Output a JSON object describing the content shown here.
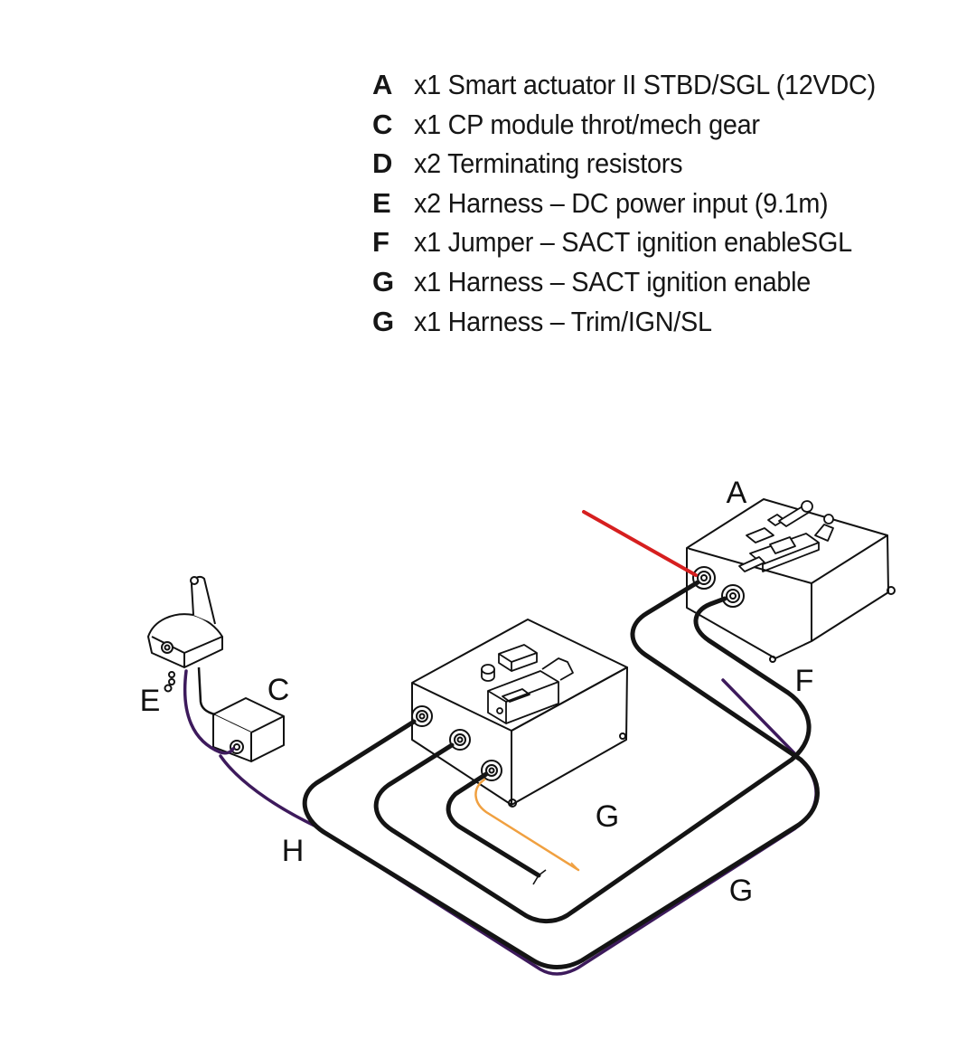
{
  "parts_list": [
    {
      "letter": "A",
      "text": "x1 Smart actuator II STBD/SGL (12VDC)"
    },
    {
      "letter": "C",
      "text": "x1 CP module throt/mech gear"
    },
    {
      "letter": "D",
      "text": "x2 Terminating resistors"
    },
    {
      "letter": "E",
      "text": "x2 Harness – DC power input (9.1m)"
    },
    {
      "letter": "F",
      "text": "x1 Jumper – SACT ignition enableSGL"
    },
    {
      "letter": "G",
      "text": "x1 Harness – SACT ignition enable"
    },
    {
      "letter": "G",
      "text": "x1 Harness – Trim/IGN/SL"
    }
  ],
  "callouts": {
    "A": "A",
    "C": "C",
    "E": "E",
    "F": "F",
    "G_module": "G",
    "G_harness": "G",
    "H": "H"
  },
  "colors": {
    "outline": "#111111",
    "cable": "#141414",
    "power_lead": "#d61f1f",
    "purple_harness": "#3d1a5c",
    "orange_wire": "#f0a040"
  }
}
